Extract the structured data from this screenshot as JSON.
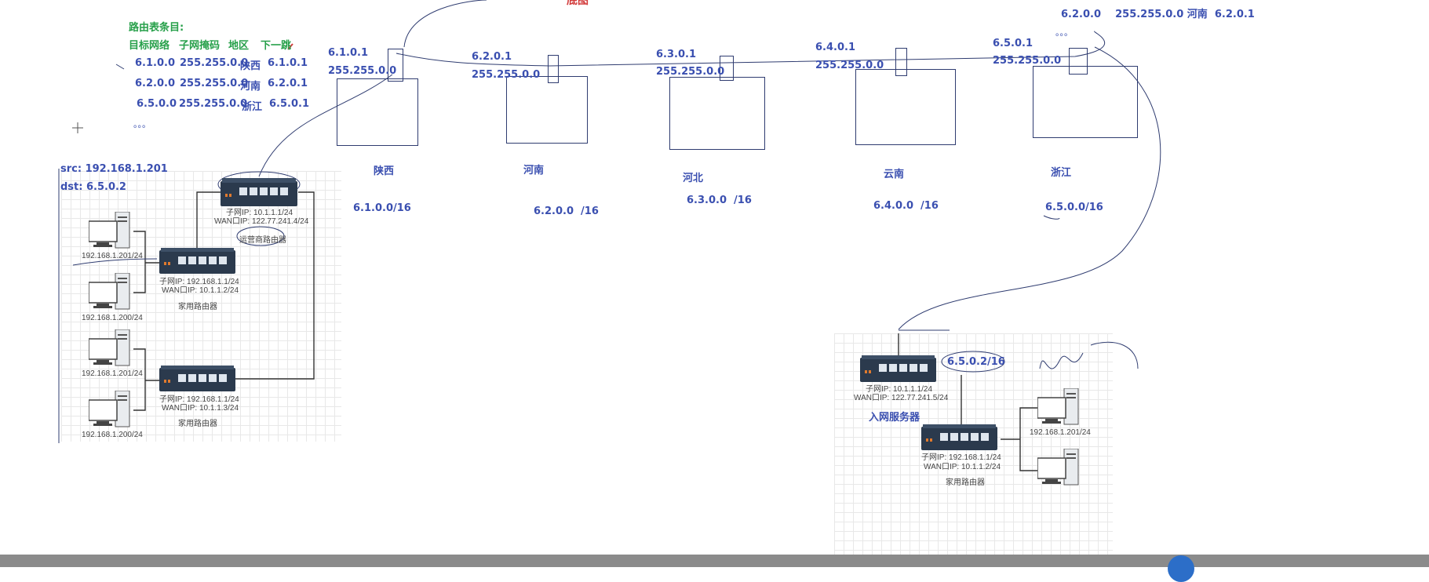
{
  "title_fragment": "底图",
  "routing_table": {
    "heading": "路由表条目:",
    "columns": [
      "目标网络",
      "子网掩码",
      "地区",
      "下一跳"
    ],
    "rows": [
      [
        "6.1.0.0",
        "255.255.0.0",
        "陕西",
        "6.1.0.1"
      ],
      [
        "6.2.0.0",
        "255.255.0.0",
        "河南",
        "6.2.0.1"
      ],
      [
        "6.5.0.0",
        "255.255.0.0",
        "浙江",
        "6.5.0.1"
      ]
    ],
    "ellipsis": "。。。"
  },
  "top_right_entry": {
    "text": "6.2.0.0    255.255.0.0 河南  6.2.0.1",
    "ellipsis": "。。。"
  },
  "packet": {
    "src": "src:  192.168.1.201",
    "dst": "dst:  6.5.0.2"
  },
  "provinces": [
    {
      "name": "陕西",
      "ip": "6.1.0.1",
      "mask": "255.255.0.0",
      "network": "6.1.0.0/16"
    },
    {
      "name": "河南",
      "ip": "6.2.0.1",
      "mask": "255.255.0.0",
      "network": "6.2.0.0  /16"
    },
    {
      "name": "河北",
      "ip": "6.3.0.1",
      "mask": "255.255.0.0",
      "network": "6.3.0.0  /16"
    },
    {
      "name": "云南",
      "ip": "6.4.0.1",
      "mask": "255.255.0.0",
      "network": "6.4.0.0  /16"
    },
    {
      "name": "浙江",
      "ip": "6.5.0.1",
      "mask": "255.255.0.0",
      "network": "6.5.0.0/16"
    }
  ],
  "left_network": {
    "isp_router": {
      "subnet": "子网IP:  10.1.1.1/24",
      "wan": "WAN口IP:  122.77.241.4/24",
      "label": "运营商路由器"
    },
    "home_router_1": {
      "subnet": "子网IP:   192.168.1.1/24",
      "wan": "WAN口IP:  10.1.1.2/24",
      "label": "家用路由器"
    },
    "home_router_2": {
      "subnet": "子网IP:   192.168.1.1/24",
      "wan": "WAN口IP:  10.1.1.3/24",
      "label": "家用路由器"
    },
    "pcs": [
      "192.168.1.201/24",
      "192.168.1.200/24",
      "192.168.1.201/24",
      "192.168.1.200/24"
    ]
  },
  "right_network": {
    "isp_router": {
      "subnet": "子网IP:   10.1.1.1/24",
      "wan": "WAN口IP:  122.77.241.5/24",
      "label": "入网服务器",
      "annotation": "6.5.0.2/16"
    },
    "home_router": {
      "subnet": "子网IP:   192.168.1.1/24",
      "wan": "WAN口IP:  10.1.1.2/24",
      "label": "家用路由器"
    },
    "pcs": [
      "192.168.1.201/24"
    ]
  },
  "colors": {
    "blue_text": "#3a4fb0",
    "green_text": "#27a04a",
    "router_body": "#2b3a4d",
    "line": "#2f3c70"
  }
}
